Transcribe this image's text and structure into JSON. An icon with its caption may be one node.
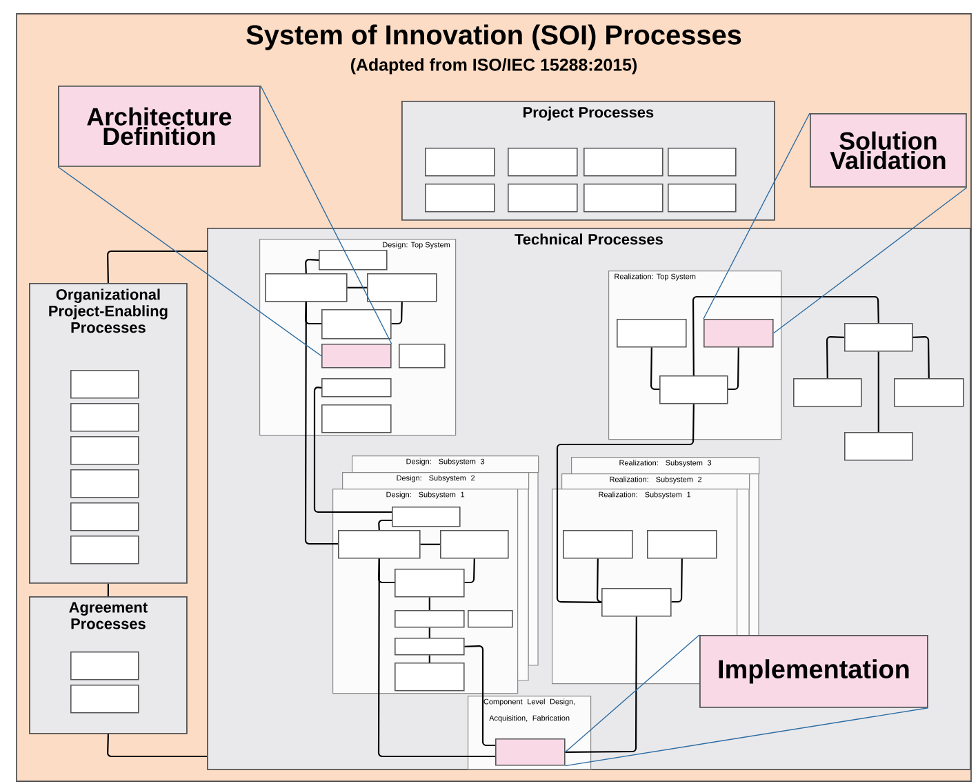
{
  "diagram": {
    "title": "System of Innovation (SOI) Processes",
    "nodes": [
      {
        "text": [
          "Architecture Definition"
        ]
      },
      {
        "text": [
          "Project Processes"
        ]
      },
      {
        "text": [],
        "shape": "box",
        "in": 1
      },
      {
        "text": [],
        "shape": "box",
        "in": 1
      },
      {
        "text": [],
        "shape": "box",
        "in": 1
      },
      {
        "text": [],
        "shape": "box",
        "in": 1
      },
      {
        "text": [],
        "shape": "box",
        "in": 1
      },
      {
        "text": [],
        "shape": "box",
        "in": 1
      },
      {
        "text": [],
        "shape": "box",
        "in": 1
      },
      {
        "text": [],
        "shape": "box",
        "in": 1
      },
      {
        "text": [
          "Solution Validation"
        ]
      },
      {
        "text": [
          "Organizational Project-Enabling Processes"
        ]
      },
      {
        "text": [],
        "shape": "box",
        "in": 11
      },
      {
        "text": [],
        "shape": "box",
        "in": 11
      },
      {
        "text": [],
        "shape": "box",
        "in": 11
      },
      {
        "text": [],
        "shape": "box",
        "in": 11
      },
      {
        "text": [],
        "shape": "box",
        "in": 11
      },
      {
        "text": [],
        "shape": "box",
        "in": 11
      },
      {
        "text": [
          "Technical Processes"
        ]
      },
      {
        "text": [
          "Design: Top System"
        ],
        "in": 18
      },
      {
        "text": [],
        "shape": "box",
        "in": 19
      },
      {
        "text": [],
        "shape": "box",
        "in": 19
      },
      {
        "text": [],
        "shape": "box",
        "in": 19
      },
      {
        "text": [],
        "shape": "box",
        "in": 19
      },
      {
        "text": [],
        "shape": "box",
        "in": 19
      },
      {
        "text": [],
        "shape": "box",
        "in": 19
      },
      {
        "text": [],
        "shape": "box",
        "in": 19
      },
      {
        "text": [],
        "shape": "box",
        "in": 19
      },
      {
        "text": [
          "Realization: Top System"
        ],
        "in": 18
      },
      {
        "text": [],
        "shape": "box",
        "in": 28
      },
      {
        "text": [],
        "shape": "box",
        "in": 28
      },
      {
        "text": [],
        "shape": "box",
        "in": 28
      },
      {
        "text": [],
        "shape": "box",
        "in": 18
      },
      {
        "text": [],
        "shape": "box",
        "in": 18
      },
      {
        "text": [],
        "shape": "box",
        "in": 18
      },
      {
        "text": [],
        "shape": "box",
        "in": 18
      },
      {
        "text": [
          "Design: Subsystem 3"
        ],
        "in": 18
      },
      {
        "text": [
          "Design: Subsystem 2"
        ],
        "in": 18
      },
      {
        "text": [
          "Design: Subsystem 1"
        ],
        "in": 18
      },
      {
        "text": [],
        "shape": "box",
        "in": 38
      },
      {
        "text": [],
        "shape": "box",
        "in": 38
      },
      {
        "text": [],
        "shape": "box",
        "in": 38
      },
      {
        "text": [],
        "shape": "box",
        "in": 38
      },
      {
        "text": [],
        "shape": "box",
        "in": 38
      },
      {
        "text": [],
        "shape": "box",
        "in": 38
      },
      {
        "text": [],
        "shape": "box",
        "in": 38
      },
      {
        "text": [],
        "shape": "box",
        "in": 38
      },
      {
        "text": [
          "Realization: Subsystem 3"
        ],
        "in": 18
      },
      {
        "text": [
          "Realization: Subsystem 2"
        ],
        "in": 18
      },
      {
        "text": [
          "Realization: Subsystem 1"
        ],
        "in": 18
      },
      {
        "text": [],
        "shape": "box",
        "in": 49
      },
      {
        "text": [],
        "shape": "box",
        "in": 49
      },
      {
        "text": [],
        "shape": "box",
        "in": 49
      },
      {
        "text": [
          "Component Level Design, Acquisition, Fabrication"
        ],
        "in": 18
      },
      {
        "text": [],
        "shape": "box",
        "in": 53
      },
      {
        "text": [
          "Agreement Processes"
        ]
      },
      {
        "text": [],
        "shape": "box",
        "in": 55
      },
      {
        "text": [],
        "shape": "box",
        "in": 55
      },
      {
        "text": [
          "Implementation"
        ],
        "in": 18
      }
    ],
    "edges": [
      {
        "from": 11,
        "to": 18,
        "arrow": "none"
      },
      {
        "from": 11,
        "to": 55,
        "arrow": "none"
      },
      {
        "from": 55,
        "to": 18,
        "arrow": "none"
      },
      {
        "from": 20,
        "to": 21,
        "arrow": "none"
      },
      {
        "from": 21,
        "to": 22,
        "arrow": "none"
      },
      {
        "from": 22,
        "to": 23,
        "arrow": "none"
      },
      {
        "from": 21,
        "to": 23,
        "arrow": "none"
      },
      {
        "from": 21,
        "to": 40,
        "arrow": "none"
      },
      {
        "from": 26,
        "to": 39,
        "arrow": "none"
      },
      {
        "from": 39,
        "to": 40,
        "arrow": "none"
      },
      {
        "from": 40,
        "to": 41,
        "arrow": "none"
      },
      {
        "from": 40,
        "to": 42,
        "arrow": "none"
      },
      {
        "from": 41,
        "to": 42,
        "arrow": "none"
      },
      {
        "from": 42,
        "to": 43,
        "arrow": "none"
      },
      {
        "from": 43,
        "to": 45,
        "arrow": "none"
      },
      {
        "from": 45,
        "to": 46,
        "arrow": "none"
      },
      {
        "from": 45,
        "to": 54,
        "arrow": "none"
      },
      {
        "from": 40,
        "to": 54,
        "arrow": "none"
      },
      {
        "from": 54,
        "to": 52,
        "arrow": "none"
      },
      {
        "from": 50,
        "to": 52,
        "arrow": "none"
      },
      {
        "from": 51,
        "to": 52,
        "arrow": "none"
      },
      {
        "from": 52,
        "to": 31,
        "arrow": "none"
      },
      {
        "from": 29,
        "to": 31,
        "arrow": "none"
      },
      {
        "from": 30,
        "to": 31,
        "arrow": "none"
      },
      {
        "from": 31,
        "to": 32,
        "arrow": "none"
      },
      {
        "from": 32,
        "to": 33,
        "arrow": "none"
      },
      {
        "from": 32,
        "to": 34,
        "arrow": "none"
      },
      {
        "from": 32,
        "to": 35,
        "arrow": "none"
      },
      {
        "from": 0,
        "to": 24,
        "arrow": "none",
        "color": "#2b6ca3"
      },
      {
        "from": 0,
        "to": 24,
        "arrow": "none",
        "color": "#2b6ca3"
      },
      {
        "from": 10,
        "to": 30,
        "arrow": "none",
        "color": "#2b6ca3"
      },
      {
        "from": 10,
        "to": 30,
        "arrow": "none",
        "color": "#2b6ca3"
      },
      {
        "from": 58,
        "to": 54,
        "arrow": "none",
        "color": "#2b6ca3"
      },
      {
        "from": 58,
        "to": 54,
        "arrow": "none",
        "color": "#2b6ca3"
      }
    ],
    "labels": [
      "(Adapted from ISO/IEC 15288:2015)"
    ]
  }
}
